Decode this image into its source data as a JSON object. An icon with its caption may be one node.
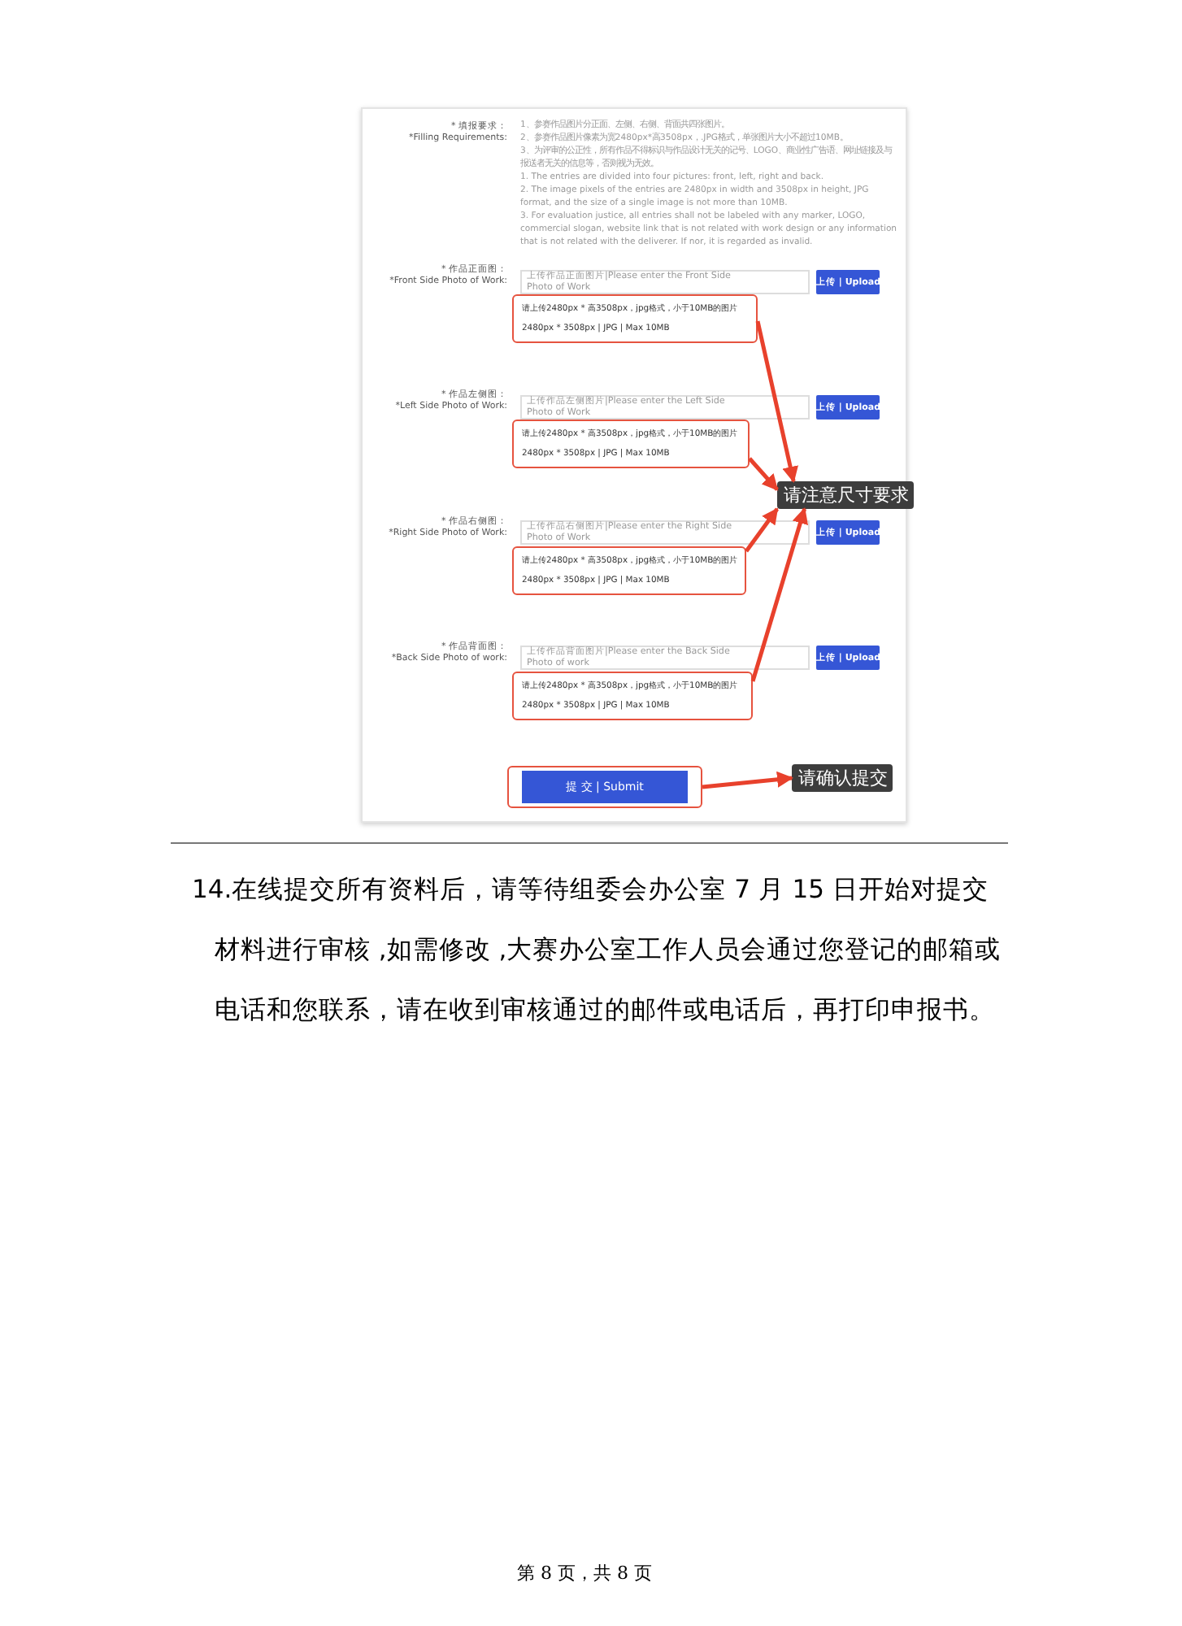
{
  "diagram": {
    "nodes": [
      {
        "text": [
          "请上传2480px * 高3508px，jpg格式，小于10MB的图片",
          "2480px * 3508px | JPG | Max 10MB"
        ]
      },
      {
        "text": [
          "请上传2480px * 高3508px，jpg格式，小于10MB的图片",
          "2480px * 3508px | JPG | Max 10MB"
        ]
      },
      {
        "text": [
          "请上传2480px * 高3508px，jpg格式，小于10MB的图片",
          "2480px * 3508px | JPG | Max 10MB"
        ]
      },
      {
        "text": [
          "请上传2480px * 高3508px，jpg格式，小于10MB的图片",
          "2480px * 3508px | JPG | Max 10MB"
        ]
      },
      {
        "text": [
          "提 交 | Submit"
        ]
      },
      {
        "text": [
          "请注意尺寸要求"
        ]
      },
      {
        "text": [
          "请确认提交"
        ]
      }
    ],
    "edges": [
      {
        "from": 0,
        "to": 5,
        "arrow": "to"
      },
      {
        "from": 1,
        "to": 5,
        "arrow": "to"
      },
      {
        "from": 2,
        "to": 5,
        "arrow": "to"
      },
      {
        "from": 3,
        "to": 5,
        "arrow": "to"
      },
      {
        "from": 4,
        "to": 6,
        "arrow": "to"
      }
    ],
    "labels": [
      "* 填报要求：",
      "*Filling Requirements:",
      "1、参赛作品图片分正面、左侧、右侧、背面共四张图片。",
      "2、参赛作品图片像素为宽2480px*高3508px，.JPG格式，单张图片大小不超过10MB。",
      "3、为评审的公正性，所有作品不得标识与作品设计无关的记号、LOGO、商业性广告语、网址链接及与报送者无关的信息等，否则视为无效。",
      "1. The entries are divided into four pictures: front, left, right and back.",
      "2. The image pixels of the entries are 2480px in width and 3508px in height, JPG format, and the size of a single image is not more than 10MB.",
      "3. For evaluation justice, all entries shall not be labeled with any marker, LOGO, commercial slogan, website link that is not related with work design or any information that is not related with the deliverer. If nor, it is regarded as invalid.",
      "* 作品正面图：",
      "*Front Side Photo of Work:",
      "上传作品正面图片|Please enter the Front Side Photo of Work",
      "上传 | Upload",
      "* 作品左侧图：",
      "*Left Side Photo of Work:",
      "上传作品左侧图片|Please enter the Left Side Photo of Work",
      "上传 | Upload",
      "* 作品右侧图：",
      "*Right Side Photo of Work:",
      "上传作品右侧图片|Please enter the Right Side Photo of Work",
      "上传 | Upload",
      "* 作品背面图：",
      "*Back Side Photo of work:",
      "上传作品背面图片|Please enter the Back Side Photo of work",
      "上传 | Upload",
      "14.在线提交所有资料后，请等待组委会办公室 7 月 15 日开始对提交材料进行审核 ,如需修改 ,大赛办公室工作人员会通过您登记的邮箱或电话和您联系，请在收到审核通过的邮件或电话后，再打印申报书。",
      "第 8 页，共 8 页"
    ]
  }
}
